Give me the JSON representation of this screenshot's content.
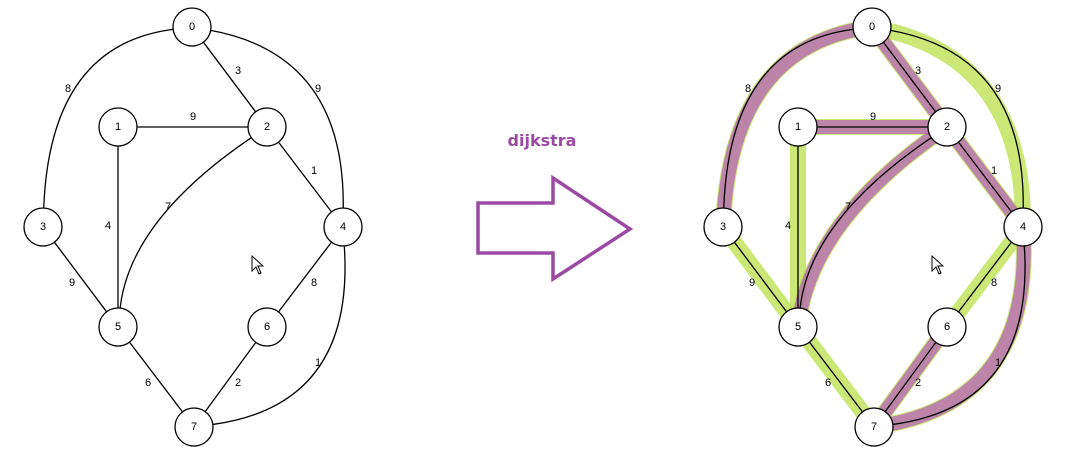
{
  "algorithm_label": "dijkstra",
  "colors": {
    "arrow": "#9b4aa3",
    "algorithm_label": "#9b4aa3",
    "highlight_all_edges": "#b9e04a",
    "highlight_shortest_path": "#b45dbb"
  },
  "icons": [
    "mouse-cursor-icon",
    "right-arrow-icon"
  ],
  "graph": {
    "nodes": [
      "0",
      "1",
      "2",
      "3",
      "4",
      "5",
      "6",
      "7"
    ],
    "edges": [
      {
        "from": "0",
        "to": "2",
        "weight": "3"
      },
      {
        "from": "0",
        "to": "3",
        "weight": "8"
      },
      {
        "from": "0",
        "to": "4",
        "weight": "9"
      },
      {
        "from": "1",
        "to": "2",
        "weight": "9"
      },
      {
        "from": "1",
        "to": "5",
        "weight": "4"
      },
      {
        "from": "2",
        "to": "4",
        "weight": "1"
      },
      {
        "from": "2",
        "to": "5",
        "weight": "7"
      },
      {
        "from": "3",
        "to": "5",
        "weight": "9"
      },
      {
        "from": "4",
        "to": "6",
        "weight": "8"
      },
      {
        "from": "4",
        "to": "7",
        "weight": "1"
      },
      {
        "from": "5",
        "to": "7",
        "weight": "6"
      },
      {
        "from": "6",
        "to": "7",
        "weight": "2"
      }
    ]
  },
  "result_highlights": {
    "green_edges": [
      "0-2",
      "0-3",
      "0-4",
      "1-2",
      "1-5",
      "2-4",
      "2-5",
      "3-5",
      "4-6",
      "4-7",
      "5-7",
      "6-7"
    ],
    "purple_edges": [
      "0-2",
      "0-3",
      "1-2",
      "2-4",
      "2-5",
      "4-7",
      "6-7"
    ]
  }
}
